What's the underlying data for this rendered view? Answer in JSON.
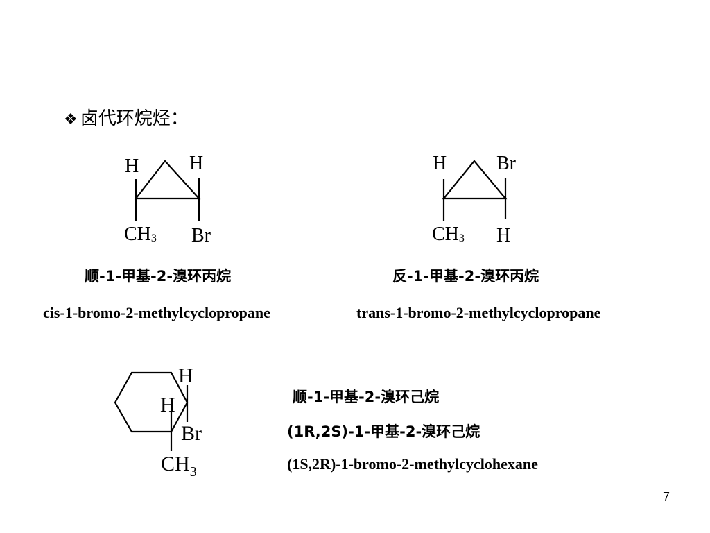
{
  "heading": {
    "bullet": "❖",
    "text": "卤代环烷烃："
  },
  "cis_propane": {
    "labels": {
      "h_left": "H",
      "h_right": "H",
      "ch3": "CH",
      "ch3_sub": "3",
      "br": "Br"
    },
    "name_cn": "顺-1-甲基-2-溴环丙烷",
    "name_en": "cis-1-bromo-2-methylcyclopropane"
  },
  "trans_propane": {
    "labels": {
      "h_left": "H",
      "br": "Br",
      "ch3": "CH",
      "ch3_sub": "3",
      "h_bottom": "H"
    },
    "name_cn": "反-1-甲基-2-溴环丙烷",
    "name_en": "trans-1-bromo-2-methylcyclopropane"
  },
  "cyclohexane": {
    "labels": {
      "h_top": "H",
      "h_mid": "H",
      "br": "Br",
      "ch3": "CH",
      "ch3_sub": "3"
    },
    "name_cn": "顺-1-甲基-2-溴环己烷",
    "name_config_cn": "(1R,2S)-1-甲基-2-溴环己烷",
    "name_en": "(1S,2R)-1-bromo-2-methylcyclohexane"
  },
  "page_number": "7"
}
